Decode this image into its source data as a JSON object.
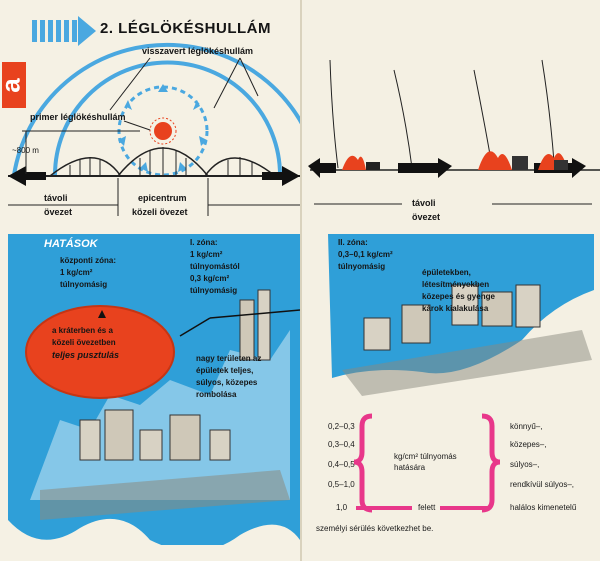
{
  "colors": {
    "accent_orange": "#e8421e",
    "sky_blue": "#2f9fd8",
    "magenta": "#e8378a",
    "ink": "#151515"
  },
  "header": {
    "badge": "a",
    "title": "2. LÉGLÖKÉSHULLÁM"
  },
  "diagram_left": {
    "reflected": "visszavert léglökéshullám",
    "primary": "primer léglökéshullám",
    "height": "~800 m",
    "distant": "távoli",
    "zone_word": "övezet",
    "epicenter": "epicentrum",
    "near_zone": "közeli övezet"
  },
  "diagram_right": {
    "distant": "távoli",
    "zone_word": "övezet"
  },
  "effects": {
    "title": "HATÁSOK",
    "central_zone": "központi zóna:",
    "central_pressure": "1 kg/cm²",
    "central_over": "túlnyomásig",
    "zone1_title": "I. zóna:",
    "zone1_p1": "1 kg/cm²",
    "zone1_p2": "túlnyomástól",
    "zone1_p3": "0,3 kg/cm²",
    "zone1_p4": "túlnyomásig",
    "crater_l1": "a kráterben és a",
    "crater_l2": "közeli övezetben",
    "crater_l3": "teljes pusztulás",
    "large_l1": "nagy területen az",
    "large_l2": "épületek teljes,",
    "large_l3": "súlyos, közepes",
    "large_l4": "rombolása",
    "zone2_title": "II. zóna:",
    "zone2_p1": "0,3–0,1 kg/cm²",
    "zone2_p2": "túlnyomásig",
    "bld_l1": "épületekben,",
    "bld_l2": "létesítményekben",
    "bld_l3": "közepes és gyenge",
    "bld_l4": "károk kialakulása"
  },
  "legend": {
    "rows": [
      {
        "range": "0,2–0,3",
        "result": "könnyű–,"
      },
      {
        "range": "0,3–0,4",
        "result": "közepes–,"
      },
      {
        "range": "0,4–0,5",
        "result": "súlyos–,"
      },
      {
        "range": "0,5–1,0",
        "result": "rendkívül súlyos–,"
      },
      {
        "range": "1,0",
        "result": "halálos kimenetelű"
      }
    ],
    "unit_l1": "kg/cm² túlnyomás",
    "unit_l2": "hatására",
    "above": "felett",
    "footer": "személyi sérülés következhet be."
  }
}
